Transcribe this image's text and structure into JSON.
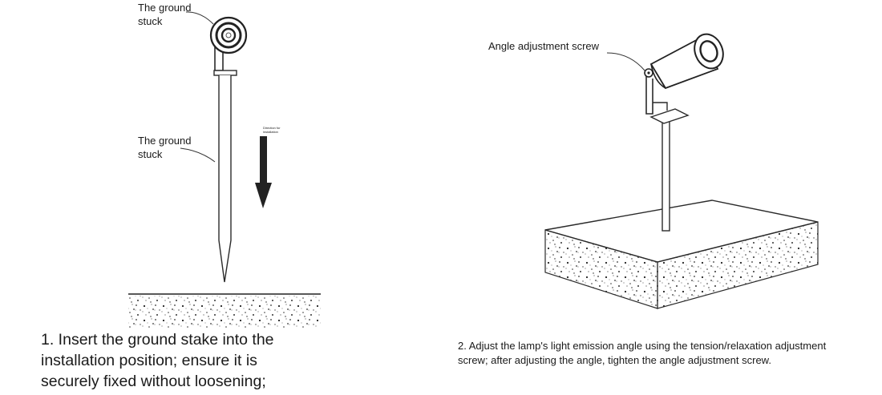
{
  "labels": {
    "top_ground_stuck": "The ground\nstuck",
    "mid_ground_stuck": "The ground\nstuck",
    "direction_note": "Direction for\ninstallation",
    "angle_screw": "Angle adjustment screw"
  },
  "captions": {
    "step1": "1. Insert the ground stake into the installation position; ensure it is securely fixed without loosening;",
    "step2": "2. Adjust the lamp's light emission angle using the tension/relaxation adjustment screw; after adjusting the angle, tighten the angle adjustment screw."
  },
  "colors": {
    "line": "#2a2a2a",
    "arrow": "#222222"
  }
}
